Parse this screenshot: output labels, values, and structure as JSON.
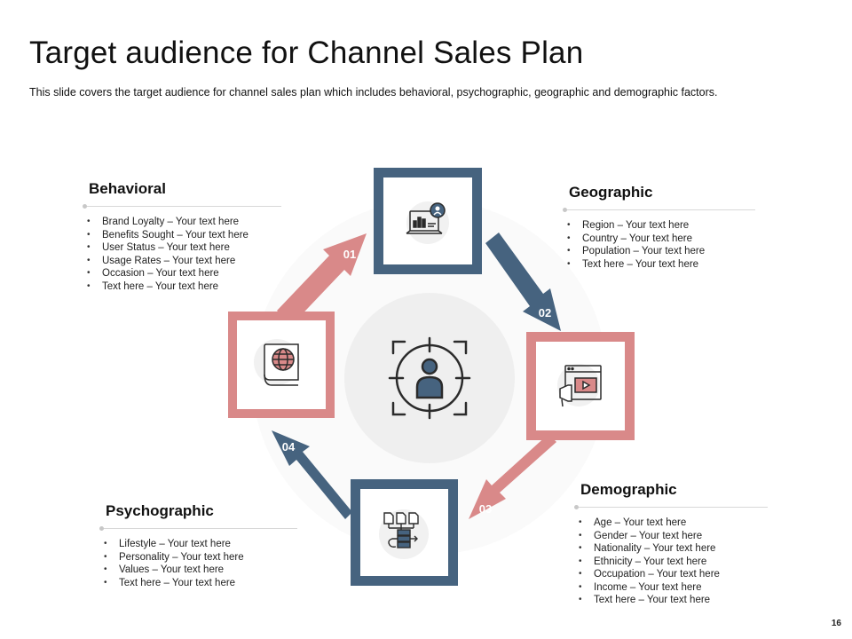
{
  "slide": {
    "title": "Target audience for Channel Sales Plan",
    "subtitle": "This slide covers the target audience for channel sales plan which includes behavioral, psychographic,  geographic and demographic factors.",
    "page_number": "16"
  },
  "colors": {
    "navy": "#46637f",
    "rose": "#d98989",
    "light_gray": "#f1f1f1",
    "icon_stroke": "#2b2b2b"
  },
  "steps": [
    {
      "number": "01",
      "icon": "dashboard-laptop-user-icon"
    },
    {
      "number": "02",
      "icon": "video-megaphone-icon"
    },
    {
      "number": "03",
      "icon": "document-flow-icon"
    },
    {
      "number": "04",
      "icon": "globe-book-icon"
    }
  ],
  "center": {
    "icon": "target-person-icon"
  },
  "sections": {
    "behavioral": {
      "heading": "Behavioral",
      "items": [
        "Brand Loyalty – Your text here",
        "Benefits Sought – Your text here",
        "User Status – Your text here",
        "Usage Rates – Your text here",
        "Occasion – Your text here",
        "Text here – Your text here"
      ]
    },
    "geographic": {
      "heading": "Geographic",
      "items": [
        "Region – Your text here",
        "Country – Your text here",
        "Population – Your text here",
        "Text here – Your text here"
      ]
    },
    "demographic": {
      "heading": "Demographic",
      "items": [
        "Age – Your text here",
        "Gender – Your text here",
        "Nationality – Your text here",
        "Ethnicity – Your text here",
        "Occupation – Your text here",
        "Income – Your text here",
        "Text here – Your text here"
      ]
    },
    "psychographic": {
      "heading": "Psychographic",
      "items": [
        "Lifestyle – Your text here",
        "Personality – Your text here",
        "Values – Your text here",
        "Text here – Your text here"
      ]
    }
  }
}
